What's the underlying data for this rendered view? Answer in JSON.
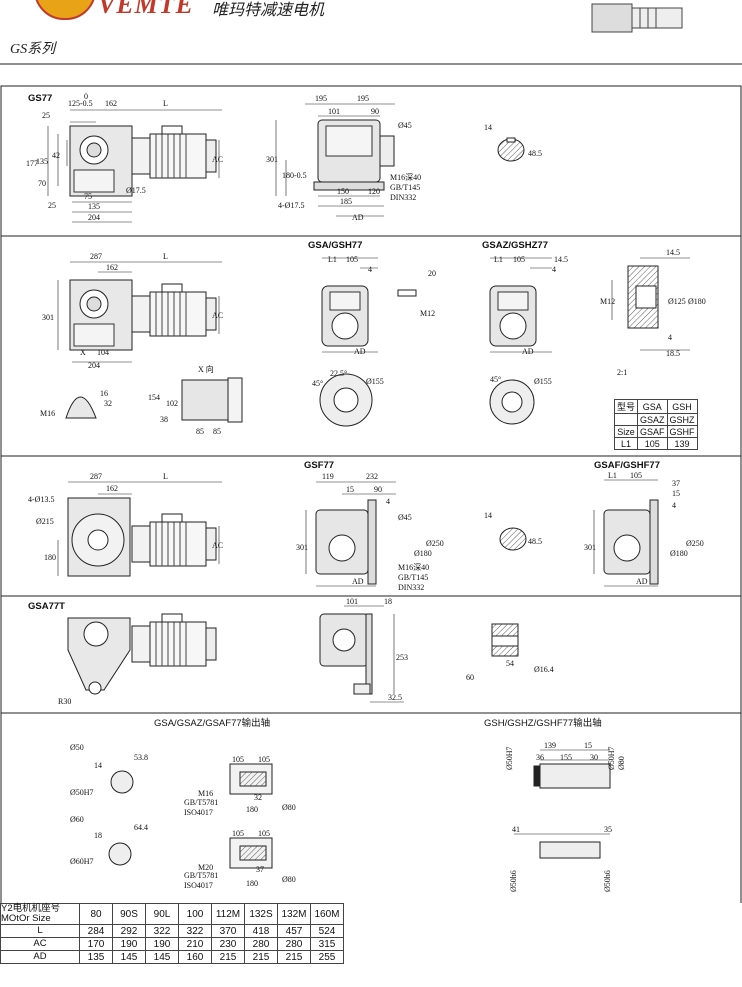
{
  "header": {
    "brand": "VEMTE",
    "brand_cn": "唯玛特减速电机",
    "series_title": "GS系列"
  },
  "section_labels": {
    "gs77": "GS77",
    "gsa_gsh77": "GSA/GSH77",
    "gsaz_gshz77": "GSAZ/GSHZ77",
    "gsf77": "GSF77",
    "gsaf_gshf77": "GSAF/GSHF77",
    "gsa77t": "GSA77T",
    "hollow_shaft_title": "GSA/GSAZ/GSAF77输出轴",
    "solid_shaft_title": "GSH/GSHZ/GSHF77输出轴",
    "x_view": "X 向",
    "ratio": "2:1"
  },
  "dims": {
    "s1": {
      "v0": "0",
      "v125": "125-0.5",
      "v162": "162",
      "L": "L",
      "v25": "25",
      "v177": "177",
      "v135": "135",
      "v42": "42",
      "v70": "70",
      "v25b": "25",
      "v17_5": "Ø17.5",
      "v75": "75",
      "v135b": "135",
      "v204": "204",
      "AC": "AC",
      "v195a": "195",
      "v195b": "195",
      "v101": "101",
      "v90": "90",
      "v45": "Ø45",
      "v301": "301",
      "v180": "180-0.5",
      "v4_17": "4-Ø17.5",
      "v150": "150",
      "v120": "120",
      "v185": "185",
      "AD": "AD",
      "m16": "M16深40",
      "gb": "GB/T145",
      "din": "DIN332",
      "v14": "14",
      "v48": "48.5"
    },
    "s2": {
      "v287": "287",
      "v162": "162",
      "L": "L",
      "v301": "301",
      "AC": "AC",
      "X": "X",
      "v104": "104",
      "v204": "204",
      "L1": "L1",
      "v105": "105",
      "v4": "4",
      "v20": "20",
      "M12": "M12",
      "AD": "AD",
      "v14_5": "14.5",
      "v4b": "4",
      "v125": "Ø125",
      "v180": "Ø180",
      "v18_5": "18.5",
      "M16": "M16",
      "v16": "16",
      "v32": "32",
      "v154": "154",
      "v102": "102",
      "v38": "38",
      "v85a": "85",
      "v85b": "85",
      "v45a": "45°",
      "v22_5": "22.5°",
      "v155a": "Ø155",
      "v45b": "45°",
      "v155b": "Ø155"
    },
    "s3": {
      "v4_13": "4-Ø13.5",
      "v287": "287",
      "v162": "162",
      "L": "L",
      "v215": "Ø215",
      "v180": "180",
      "AC": "AC",
      "v119": "119",
      "v232": "232",
      "v15": "15",
      "v90": "90",
      "v4": "4",
      "v45": "Ø45",
      "v301": "301",
      "v180b": "Ø180",
      "v250": "Ø250",
      "AD": "AD",
      "m16": "M16深40",
      "gb": "GB/T145",
      "din": "DIN332",
      "v14": "14",
      "v48": "48.5",
      "L1": "L1",
      "v105": "105",
      "v37": "37",
      "v15b": "15",
      "v4b": "4",
      "v301b": "301",
      "v180c": "Ø180",
      "v250b": "Ø250",
      "AD2": "AD"
    },
    "s4": {
      "R30": "R30",
      "v101": "101",
      "v18": "18",
      "v253": "253",
      "v32_5": "32.5",
      "v60": "60",
      "v54": "54",
      "v16_4": "Ø16.4"
    },
    "s5": {
      "d50": "Ø50",
      "v14": "14",
      "v53_8": "53.8",
      "d50h7": "Ø50H7",
      "d60": "Ø60",
      "v18": "18",
      "v64_4": "64.4",
      "d60h7": "Ø60H7",
      "v105a": "105",
      "v105b": "105",
      "M16": "M16",
      "gb1": "GB/T5781",
      "iso1": "ISO4017",
      "v32a": "32",
      "v180a": "180",
      "d80a": "Ø80",
      "v105c": "105",
      "v105d": "105",
      "M20": "M20",
      "gb2": "GB/T5781",
      "iso2": "ISO4017",
      "v37": "37",
      "v180b": "180",
      "d80b": "Ø80",
      "d50h7b": "Ø50H7",
      "v139": "139",
      "v15": "15",
      "v36": "36",
      "v155": "155",
      "v30": "30",
      "d50h7c": "Ø50H7",
      "d80c": "Ø80",
      "v41": "41",
      "v35": "35",
      "d50h6a": "Ø50h6",
      "d50h6b": "Ø50h6"
    }
  },
  "mini_table": {
    "rows": [
      [
        "型号",
        "GSA",
        "GSH"
      ],
      [
        "",
        "GSAZ",
        "GSHZ"
      ],
      [
        "Size",
        "GSAF",
        "GSHF"
      ],
      [
        "L1",
        "105",
        "139"
      ]
    ]
  },
  "spec_table": {
    "header_label_1": "Y2电机机座号",
    "header_label_2": "MOtOr Size",
    "sizes": [
      "80",
      "90S",
      "90L",
      "100",
      "112M",
      "132S",
      "132M",
      "160M"
    ],
    "rows": [
      {
        "label": "L",
        "values": [
          "284",
          "292",
          "322",
          "322",
          "370",
          "418",
          "457",
          "524"
        ]
      },
      {
        "label": "AC",
        "values": [
          "170",
          "190",
          "190",
          "210",
          "230",
          "280",
          "280",
          "315"
        ]
      },
      {
        "label": "AD",
        "values": [
          "135",
          "145",
          "145",
          "160",
          "215",
          "215",
          "215",
          "255"
        ]
      }
    ]
  },
  "colors": {
    "line": "#222222",
    "gear": "#e6e6e6",
    "brand_red": "#c0392b",
    "brand_yellow": "#e8a317"
  }
}
